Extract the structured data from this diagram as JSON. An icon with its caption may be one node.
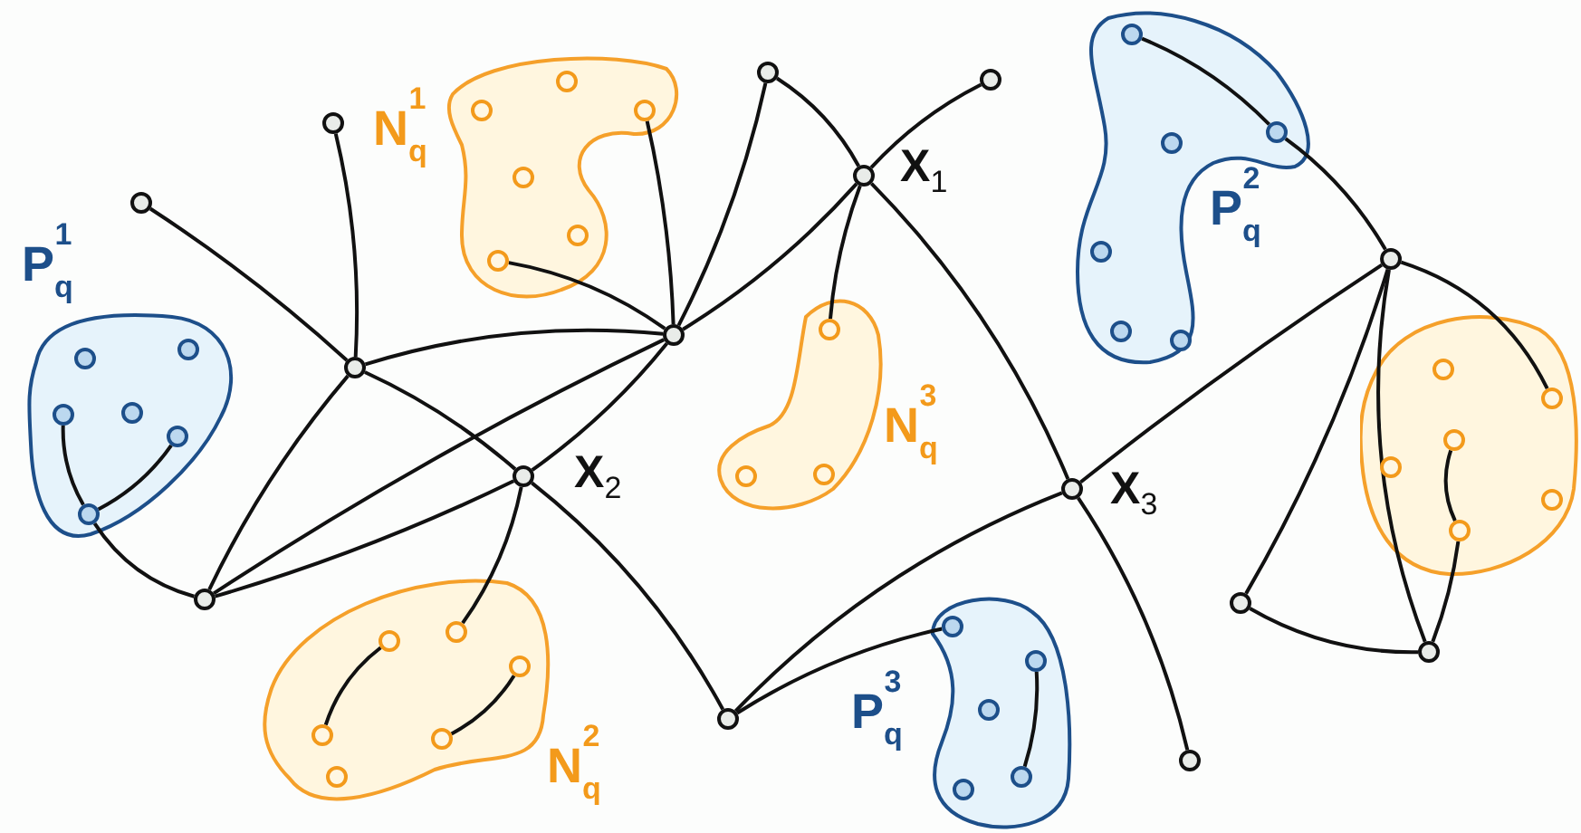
{
  "diagram": {
    "nodes": [
      {
        "text": [
          "P$_{q}$$^{1}$"
        ]
      },
      {
        "text": [],
        "shape": "circle",
        "in": 0
      },
      {
        "text": [],
        "shape": "circle",
        "in": 0
      },
      {
        "text": [],
        "shape": "circle",
        "in": 0
      },
      {
        "text": [],
        "shape": "circle",
        "in": 0
      },
      {
        "text": [],
        "shape": "circle",
        "in": 0
      },
      {
        "text": [],
        "shape": "circle",
        "in": 0
      },
      {
        "text": [
          "N$_{q}$$^{1}$"
        ]
      },
      {
        "text": [],
        "shape": "circle",
        "in": 7
      },
      {
        "text": [],
        "shape": "circle",
        "in": 7
      },
      {
        "text": [],
        "shape": "circle",
        "in": 7
      },
      {
        "text": [],
        "shape": "circle",
        "in": 7
      },
      {
        "text": [],
        "shape": "circle",
        "in": 7
      },
      {
        "text": [],
        "shape": "circle",
        "in": 7
      },
      {
        "text": [
          "N$_{q}$$^{3}$"
        ]
      },
      {
        "text": [],
        "shape": "circle",
        "in": 14
      },
      {
        "text": [],
        "shape": "circle",
        "in": 14
      },
      {
        "text": [],
        "shape": "circle",
        "in": 14
      },
      {
        "text": [
          "N$_{q}$$^{2}$"
        ]
      },
      {
        "text": [],
        "shape": "circle",
        "in": 18
      },
      {
        "text": [],
        "shape": "circle",
        "in": 18
      },
      {
        "text": [],
        "shape": "circle",
        "in": 18
      },
      {
        "text": [],
        "shape": "circle",
        "in": 18
      },
      {
        "text": [],
        "shape": "circle",
        "in": 18
      },
      {
        "text": [],
        "shape": "circle",
        "in": 18
      },
      {
        "text": [
          "P$_{q}$$^{2}$"
        ]
      },
      {
        "text": [],
        "shape": "circle",
        "in": 25
      },
      {
        "text": [],
        "shape": "circle",
        "in": 25
      },
      {
        "text": [],
        "shape": "circle",
        "in": 25
      },
      {
        "text": [],
        "shape": "circle",
        "in": 25
      },
      {
        "text": [],
        "shape": "circle",
        "in": 25
      },
      {
        "text": [],
        "shape": "circle",
        "in": 25
      },
      {
        "text": [
          "P$_{q}$$^{3}$"
        ]
      },
      {
        "text": [],
        "shape": "circle",
        "in": 32
      },
      {
        "text": [],
        "shape": "circle",
        "in": 32
      },
      {
        "text": [],
        "shape": "circle",
        "in": 32
      },
      {
        "text": [],
        "shape": "circle",
        "in": 32
      },
      {
        "text": [],
        "shape": "circle",
        "in": 32
      },
      {
        "text": [],
        "shape": "blob"
      },
      {
        "text": [],
        "shape": "circle",
        "in": 38
      },
      {
        "text": [],
        "shape": "circle",
        "in": 38
      },
      {
        "text": [],
        "shape": "circle",
        "in": 38
      },
      {
        "text": [],
        "shape": "circle",
        "in": 38
      },
      {
        "text": [],
        "shape": "circle",
        "in": 38
      },
      {
        "text": [],
        "shape": "circle",
        "in": 38
      },
      {
        "text": [],
        "shape": "circle"
      },
      {
        "text": [],
        "shape": "circle"
      },
      {
        "text": [],
        "shape": "circle"
      },
      {
        "text": [],
        "shape": "circle"
      },
      {
        "text": [],
        "shape": "circle"
      },
      {
        "text": [],
        "shape": "circle",
        "beside": [
          "X$_{1}$"
        ]
      },
      {
        "text": [],
        "shape": "circle"
      },
      {
        "text": [],
        "shape": "circle",
        "beside": [
          "X$_{2}$"
        ]
      },
      {
        "text": [],
        "shape": "circle"
      },
      {
        "text": [],
        "shape": "circle"
      },
      {
        "text": [],
        "shape": "circle",
        "beside": [
          "X$_{3}$"
        ]
      },
      {
        "text": [],
        "shape": "circle"
      },
      {
        "text": [],
        "shape": "circle"
      },
      {
        "text": [],
        "shape": "circle"
      },
      {
        "text": [],
        "shape": "circle"
      }
    ],
    "edges": [
      {
        "from": 3,
        "to": 6,
        "arrow": "none"
      },
      {
        "from": 6,
        "to": 5,
        "arrow": "none"
      },
      {
        "from": 6,
        "to": 53,
        "arrow": "none"
      },
      {
        "from": 45,
        "to": 47,
        "arrow": "none"
      },
      {
        "from": 46,
        "to": 47,
        "arrow": "none"
      },
      {
        "from": 47,
        "to": 48,
        "arrow": "none"
      },
      {
        "from": 47,
        "to": 53,
        "arrow": "none"
      },
      {
        "from": 47,
        "to": 52,
        "arrow": "none"
      },
      {
        "from": 53,
        "to": 48,
        "arrow": "none"
      },
      {
        "from": 53,
        "to": 52,
        "arrow": "none"
      },
      {
        "from": 52,
        "to": 48,
        "arrow": "none"
      },
      {
        "from": 10,
        "to": 48,
        "arrow": "none"
      },
      {
        "from": 13,
        "to": 48,
        "arrow": "none"
      },
      {
        "from": 49,
        "to": 48,
        "arrow": "none"
      },
      {
        "from": 48,
        "to": 50,
        "arrow": "none"
      },
      {
        "from": 49,
        "to": 50,
        "arrow": "none"
      },
      {
        "from": 50,
        "to": 51,
        "arrow": "none"
      },
      {
        "from": 50,
        "to": 15,
        "arrow": "none"
      },
      {
        "from": 50,
        "to": 55,
        "arrow": "none"
      },
      {
        "from": 52,
        "to": 20,
        "arrow": "none"
      },
      {
        "from": 19,
        "to": 22,
        "arrow": "none"
      },
      {
        "from": 23,
        "to": 21,
        "arrow": "none"
      },
      {
        "from": 52,
        "to": 54,
        "arrow": "none"
      },
      {
        "from": 54,
        "to": 33,
        "arrow": "none"
      },
      {
        "from": 34,
        "to": 36,
        "arrow": "none"
      },
      {
        "from": 54,
        "to": 55,
        "arrow": "none"
      },
      {
        "from": 55,
        "to": 56,
        "arrow": "none"
      },
      {
        "from": 55,
        "to": 57,
        "arrow": "none"
      },
      {
        "from": 26,
        "to": 27,
        "arrow": "none"
      },
      {
        "from": 27,
        "to": 57,
        "arrow": "none"
      },
      {
        "from": 57,
        "to": 40,
        "arrow": "none"
      },
      {
        "from": 57,
        "to": 58,
        "arrow": "none"
      },
      {
        "from": 57,
        "to": 59,
        "arrow": "none"
      },
      {
        "from": 58,
        "to": 59,
        "arrow": "none"
      },
      {
        "from": 42,
        "to": 44,
        "arrow": "none"
      },
      {
        "from": 44,
        "to": 59,
        "arrow": "none"
      }
    ]
  }
}
